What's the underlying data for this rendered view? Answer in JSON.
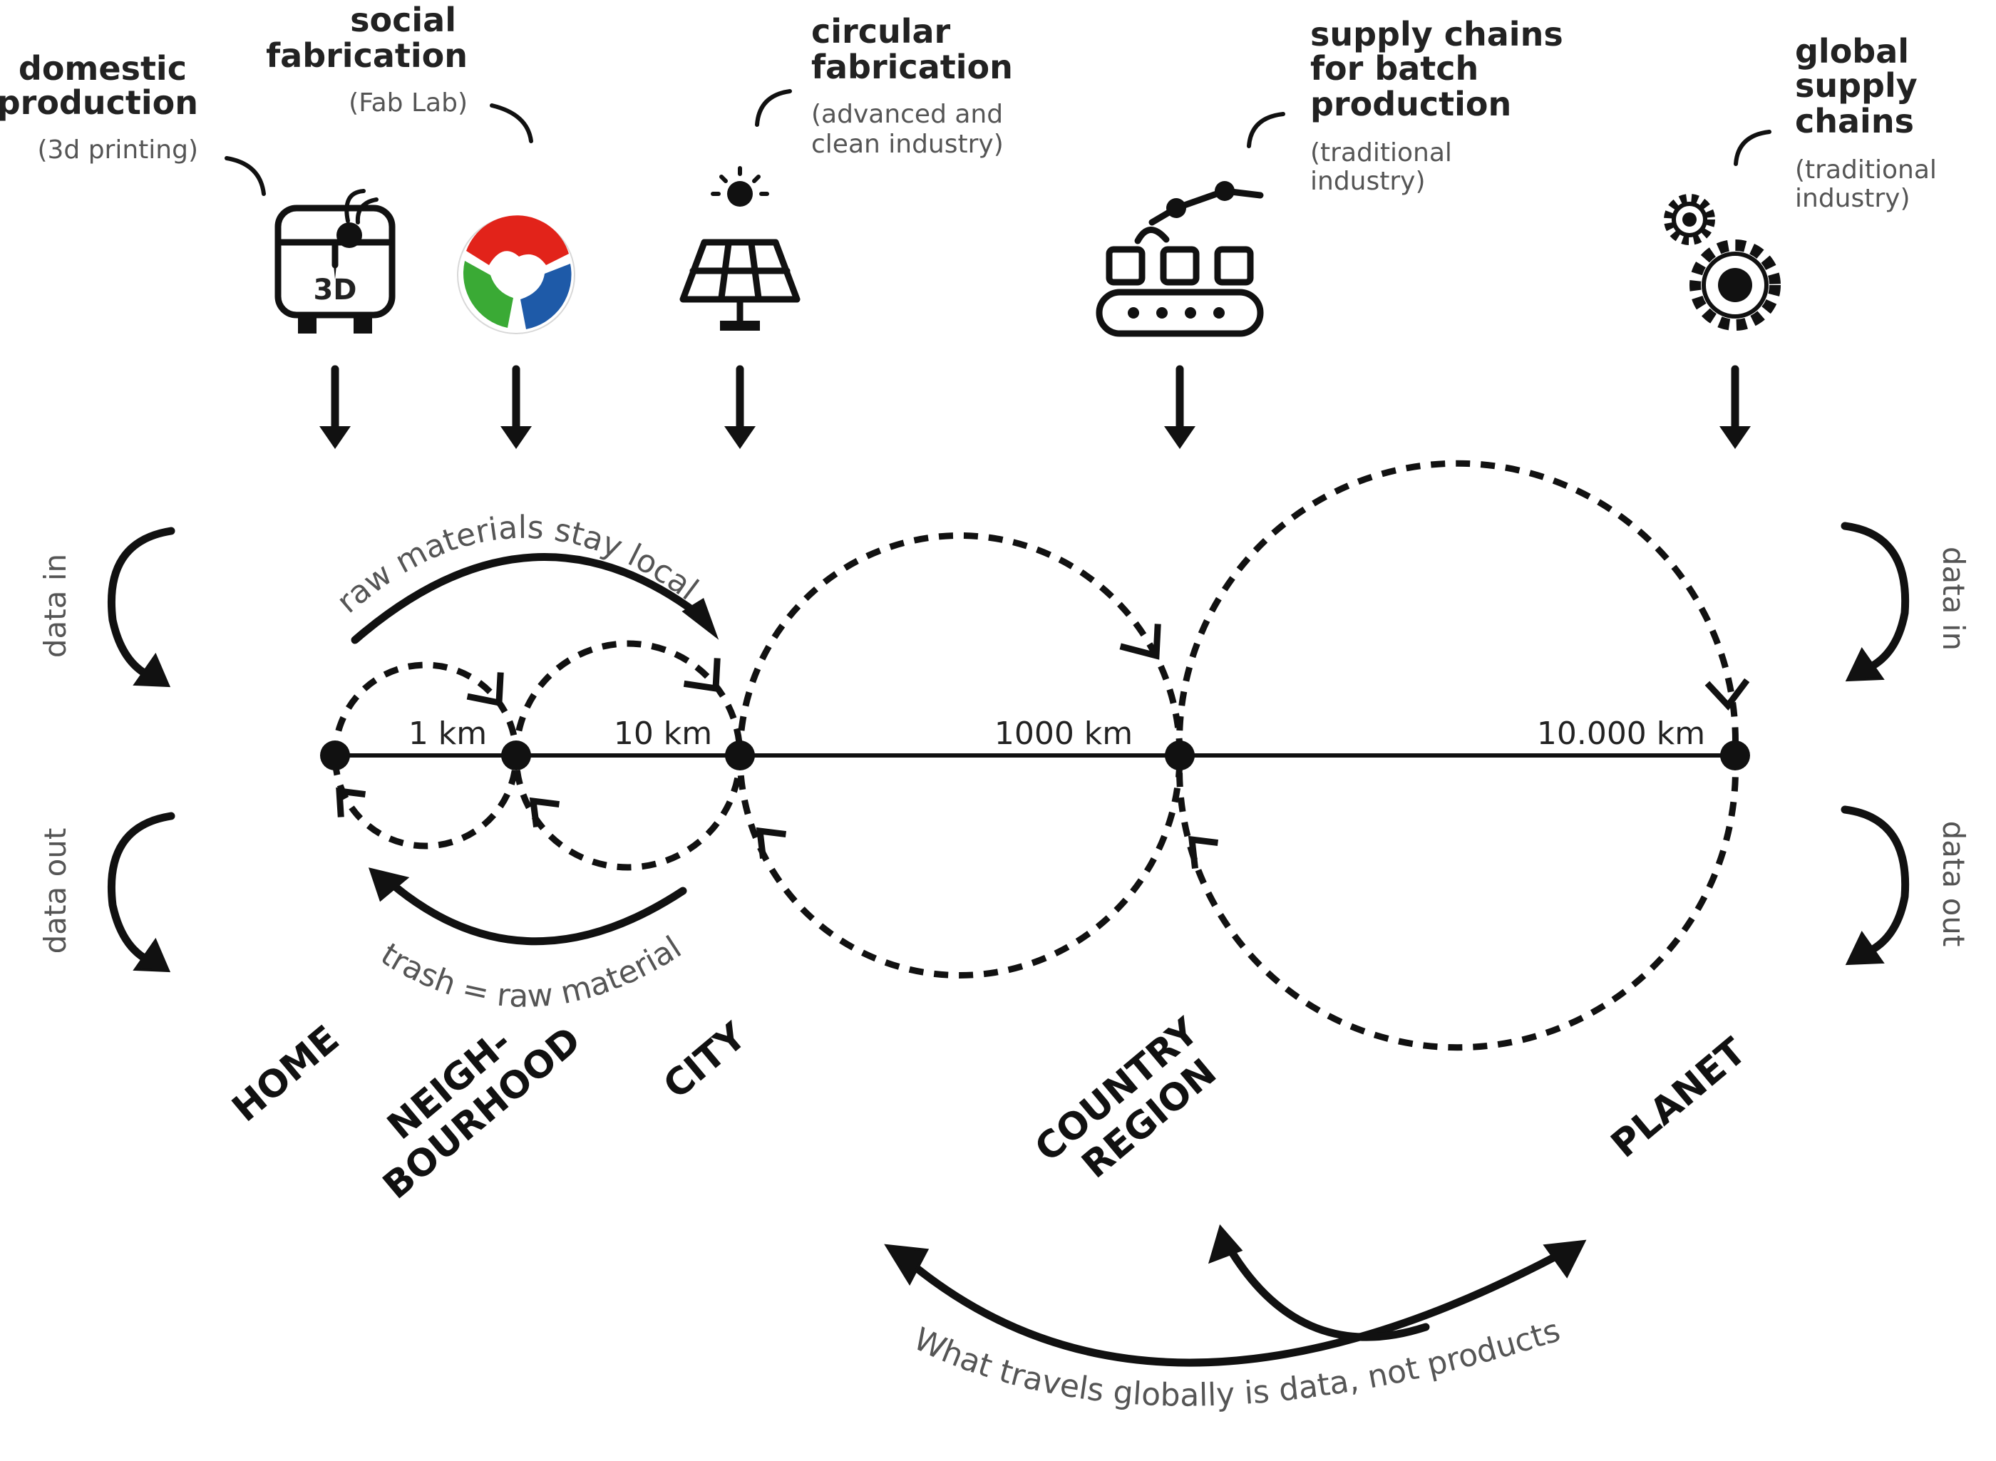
{
  "colors": {
    "ink": "#111111",
    "caption": "#555555",
    "fablab_red": "#e2231a",
    "fablab_green": "#3aaa35",
    "fablab_blue": "#1e5aa8"
  },
  "icons": [
    "3d-printer-icon",
    "fab-lab-logo-icon",
    "solar-panel-icon",
    "robot-arm-conveyor-icon",
    "gears-icon"
  ],
  "producers": [
    {
      "title": [
        "domestic",
        "production"
      ],
      "subtitle": [
        "(3d printing)"
      ]
    },
    {
      "title": [
        "social",
        "fabrication"
      ],
      "subtitle": [
        "(Fab Lab)"
      ]
    },
    {
      "title": [
        "circular",
        "fabrication"
      ],
      "subtitle": [
        "(advanced and",
        "clean industry)"
      ]
    },
    {
      "title": [
        "supply chains",
        "for batch",
        "production"
      ],
      "subtitle": [
        "(traditional",
        "industry)"
      ]
    },
    {
      "title": [
        "global",
        "supply",
        "chains"
      ],
      "subtitle": [
        "(traditional",
        "industry)"
      ]
    }
  ],
  "printer_label": "3D",
  "distances": [
    "1 km",
    "10 km",
    "1000 km",
    "10.000 km"
  ],
  "flows": {
    "top": "raw materials stay local",
    "bottom": "trash = raw material",
    "global": "What travels globally is data, not products"
  },
  "data_labels": {
    "left_in": "data in",
    "left_out": "data out",
    "right_in": "data in",
    "right_out": "data out"
  },
  "scales": [
    [
      "HOME"
    ],
    [
      "NEIGH-",
      "BOURHOOD"
    ],
    [
      "CITY"
    ],
    [
      "COUNTRY",
      "REGION"
    ],
    [
      "PLANET"
    ]
  ]
}
